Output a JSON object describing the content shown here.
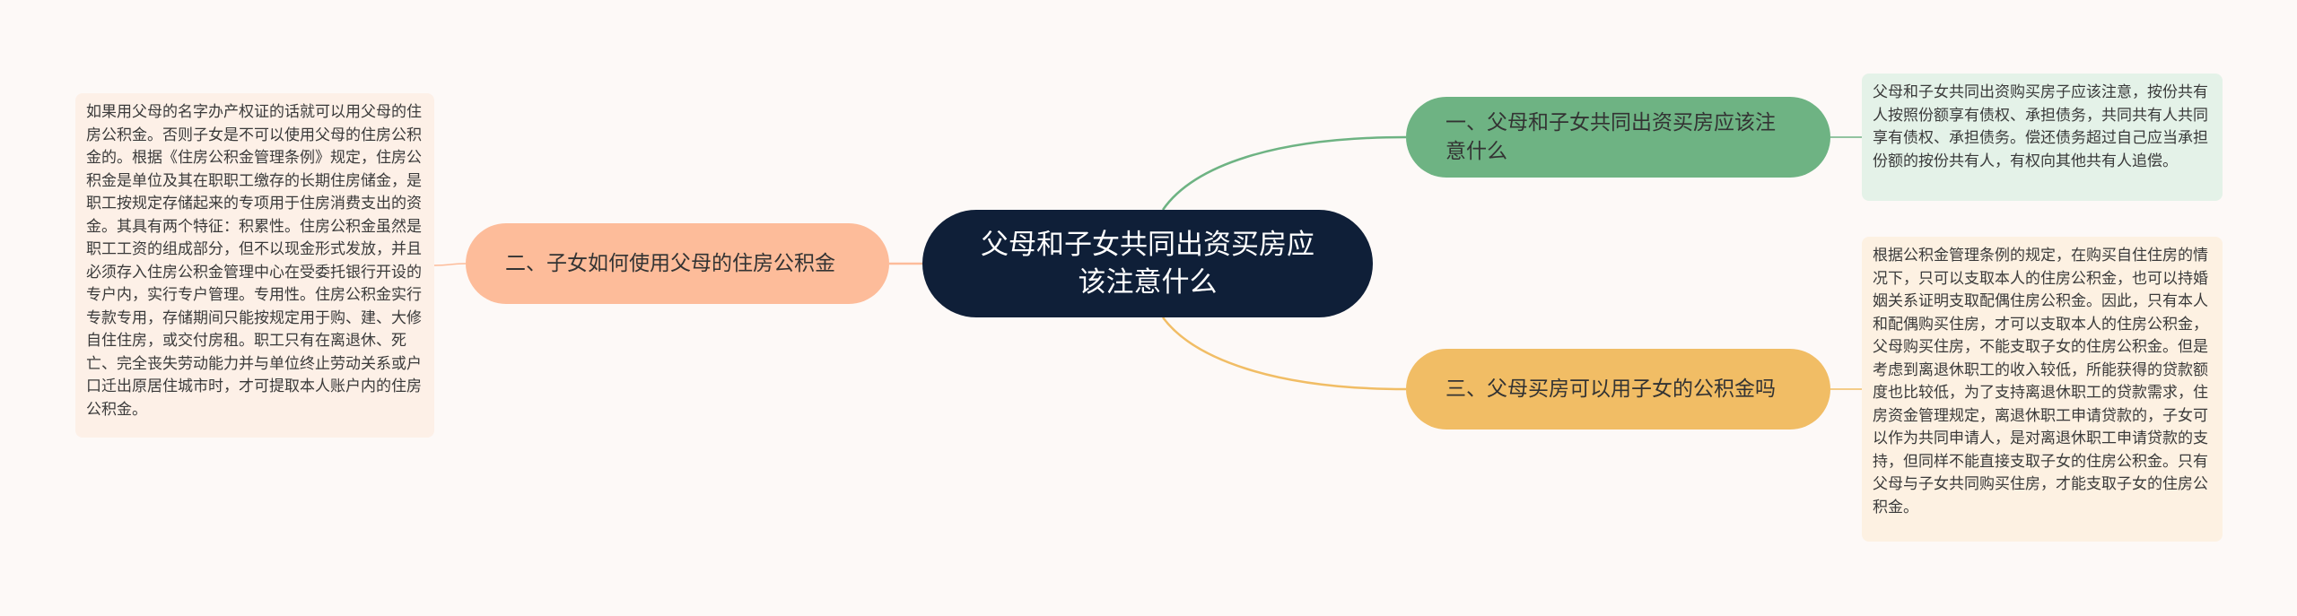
{
  "center": {
    "title": "父母和子女共同出资买房应该注意什么"
  },
  "branches": [
    {
      "label": "一、父母和子女共同出资买房应该注意什么",
      "detail": "父母和子女共同出资购买房子应该注意，按份共有人按照份额享有债权、承担债务，共同共有人共同享有债权、承担债务。偿还债务超过自己应当承担份额的按份共有人，有权向其他共有人追偿。"
    },
    {
      "label": "二、子女如何使用父母的住房公积金",
      "detail": "如果用父母的名字办产权证的话就可以用父母的住房公积金。否则子女是不可以使用父母的住房公积金的。根据《住房公积金管理条例》规定，住房公积金是单位及其在职职工缴存的长期住房储金，是职工按规定存储起来的专项用于住房消费支出的资金。其具有两个特征：积累性。住房公积金虽然是职工工资的组成部分，但不以现金形式发放，并且必须存入住房公积金管理中心在受委托银行开设的专户内，实行专户管理。专用性。住房公积金实行专款专用，存储期间只能按规定用于购、建、大修自住住房，或交付房租。职工只有在离退休、死亡、完全丧失劳动能力并与单位终止劳动关系或户口迁出原居住城市时，才可提取本人账户内的住房公积金。"
    },
    {
      "label": "三、父母买房可以用子女的公积金吗",
      "detail": "根据公积金管理条例的规定，在购买自住住房的情况下，只可以支取本人的住房公积金，也可以持婚姻关系证明支取配偶住房公积金。因此，只有本人和配偶购买住房，才可以支取本人的住房公积金，父母购买住房，不能支取子女的住房公积金。但是考虑到离退休职工的收入较低，所能获得的贷款额度也比较低，为了支持离退休职工的贷款需求，住房资金管理规定，离退休职工申请贷款的，子女可以作为共同申请人，是对离退休职工申请贷款的支持，但同样不能直接支取子女的住房公积金。只有父母与子女共同购买住房，才能支取子女的住房公积金。"
    }
  ],
  "colors": {
    "background": "#fdf9f7",
    "center_fill": "#0f1f38",
    "branch1_fill": "#6eb383",
    "branch1_line": "#6eb383",
    "branch2_fill": "#fdbc9a",
    "branch2_line": "#fdbc9a",
    "branch3_fill": "#f1bd65",
    "branch3_line": "#f1bd65",
    "leaf1_fill": "#e4f2e8",
    "leaf2_fill": "#fdf0e7",
    "leaf3_fill": "#fdf1e2"
  }
}
